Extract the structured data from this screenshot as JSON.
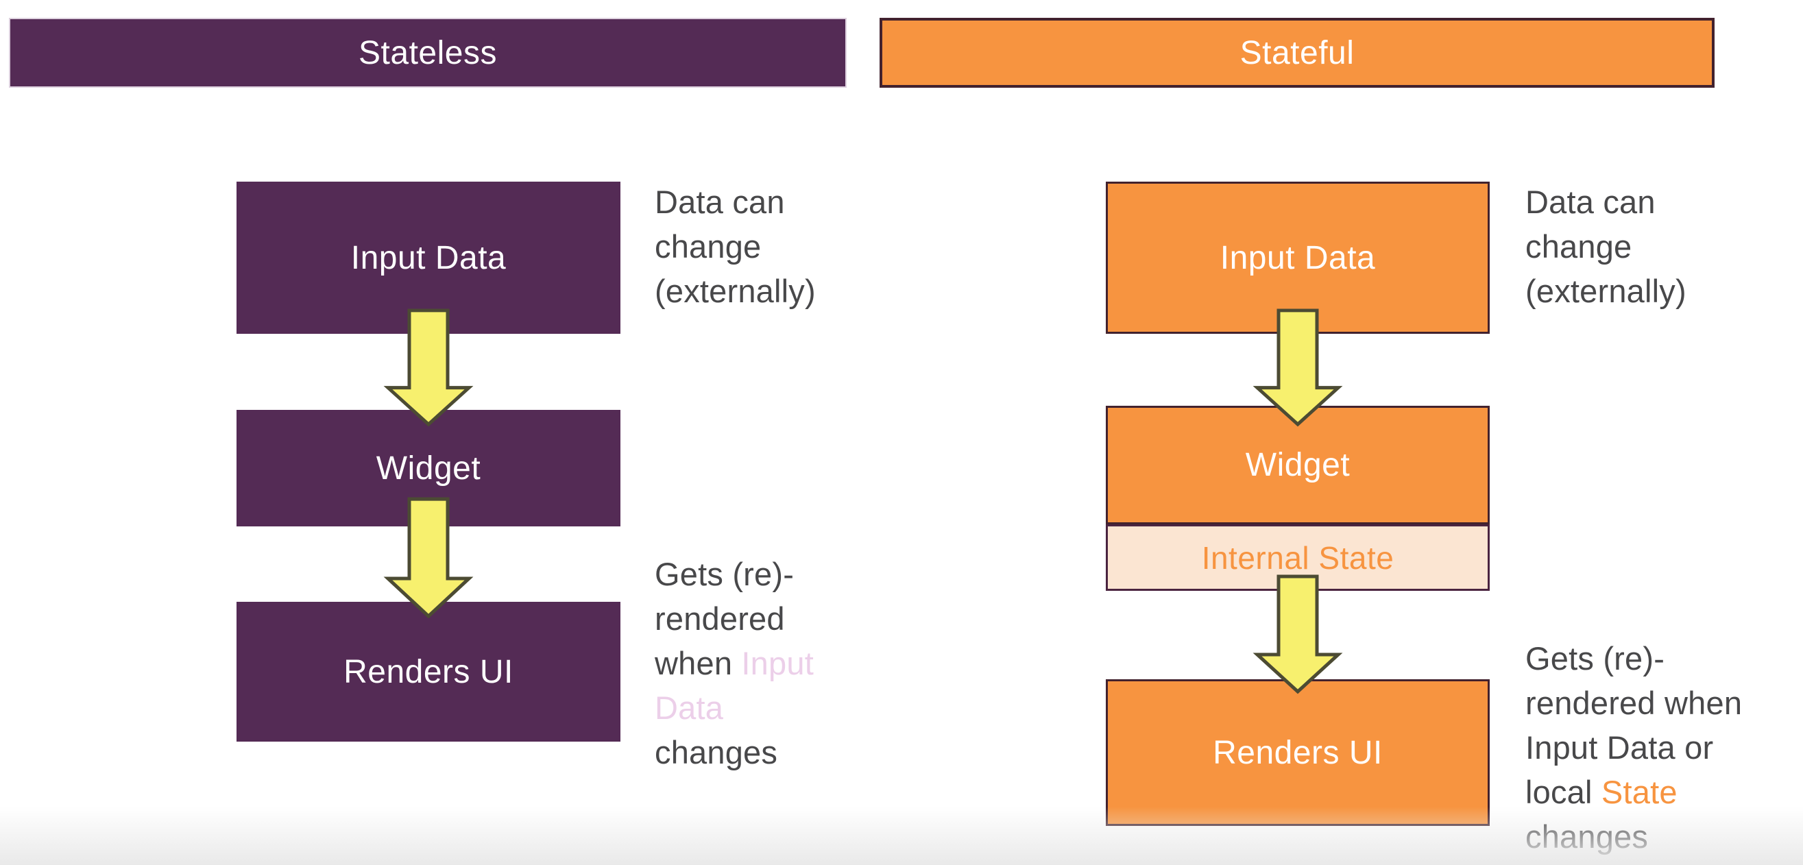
{
  "colors": {
    "purple": "#542b55",
    "orange": "#f79440",
    "orange_light": "#fbe5d2",
    "yellow": "#f7f06e",
    "arrow_outline": "#4c4b33",
    "gray_text": "#48484a",
    "pink": "#eccfe9",
    "box_text": "#ffffff",
    "stateless_border": "#ddd0de",
    "orange_border": "#42222e",
    "internal_border": "#4a2440",
    "fade": "#e9e9e9"
  },
  "stateless": {
    "header": "Stateless",
    "boxes": {
      "input": "Input Data",
      "widget": "Widget",
      "renders": "Renders UI"
    }
  },
  "stateful": {
    "header": "Stateful",
    "boxes": {
      "input": "Input Data",
      "widget": "Widget",
      "internal": "Internal State",
      "renders": "Renders UI"
    }
  },
  "notes": {
    "stateless_top": {
      "lines": [
        [
          {
            "t": "Data can"
          }
        ],
        [
          {
            "t": "change"
          }
        ],
        [
          {
            "t": "(externally)"
          }
        ]
      ]
    },
    "stateless_bottom": {
      "lines": [
        [
          {
            "t": "Gets (re)-"
          }
        ],
        [
          {
            "t": "rendered"
          }
        ],
        [
          {
            "t": "when "
          },
          {
            "t": "Input",
            "c": "pink"
          }
        ],
        [
          {
            "t": "Data",
            "c": "pink"
          }
        ],
        [
          {
            "t": "changes"
          }
        ]
      ]
    },
    "stateful_top": {
      "lines": [
        [
          {
            "t": "Data can"
          }
        ],
        [
          {
            "t": "change"
          }
        ],
        [
          {
            "t": "(externally)"
          }
        ]
      ]
    },
    "stateful_bottom": {
      "lines": [
        [
          {
            "t": "Gets (re)-"
          }
        ],
        [
          {
            "t": "rendered when"
          }
        ],
        [
          {
            "t": "Input Data or"
          }
        ],
        [
          {
            "t": "local "
          },
          {
            "t": "State",
            "c": "orange"
          }
        ],
        [
          {
            "t": "changes"
          }
        ]
      ]
    }
  },
  "icons": {
    "flow_arrow": "down-arrow"
  }
}
